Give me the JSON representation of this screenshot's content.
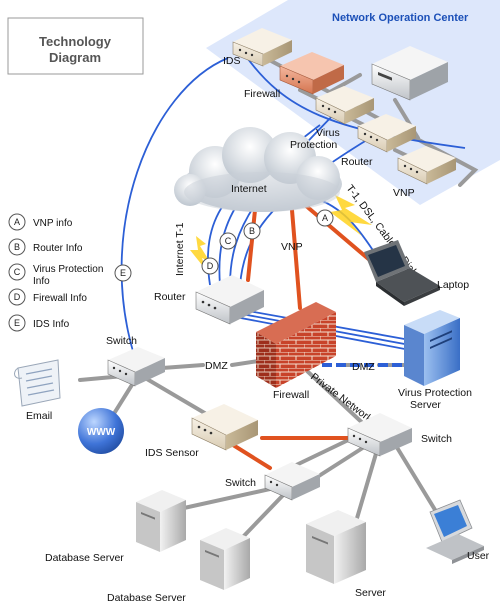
{
  "title": {
    "line1": "Technology",
    "line2": "Diagram"
  },
  "noc_label": "Network Operation Center",
  "legend": [
    {
      "key": "A",
      "label_lines": [
        "VNP info"
      ]
    },
    {
      "key": "B",
      "label_lines": [
        "Router Info"
      ]
    },
    {
      "key": "C",
      "label_lines": [
        "Virus Protection",
        "Info"
      ]
    },
    {
      "key": "D",
      "label_lines": [
        "Firewall Info"
      ]
    },
    {
      "key": "E",
      "label_lines": [
        "IDS Info"
      ]
    }
  ],
  "labels": {
    "ids_noc": "IDS",
    "firewall_noc": "Firewall",
    "virus_protection_noc": [
      "Virus",
      "Protection"
    ],
    "router_noc": "Router",
    "vnp_noc": "VNP",
    "internet": "Internet",
    "internet_t1": "Internet T-1",
    "t1_dsl": "T-1, DSL, Cable or Dial-up",
    "vnp_link": "VNP",
    "laptop": "Laptop",
    "router": "Router",
    "switch_left": "Switch",
    "dmz_left": "DMZ",
    "dmz_right": "DMZ",
    "firewall": "Firewall",
    "private_network": "Private Network",
    "virus_protection_server": [
      "Virus Protection",
      "Server"
    ],
    "email": "Email",
    "www": "WWW",
    "ids_sensor": "IDS Sensor",
    "switch_right": "Switch",
    "switch_bottom": "Switch",
    "database_server_1": "Database Server",
    "database_server_2": "Database Server",
    "server": "Server",
    "user": "User"
  },
  "markers": {
    "a": "A",
    "b": "B",
    "c": "C",
    "d": "D",
    "e": "E"
  },
  "colors": {
    "blue_link": "#2c5fd6",
    "gray_link": "#999999",
    "red_link": "#e0521f",
    "noc_bg": "#dde7fb",
    "noc_title": "#1c50b8",
    "brick": "#c8432a",
    "device_tan": "#eee3cf",
    "firewall_device": "#e69a7a"
  }
}
